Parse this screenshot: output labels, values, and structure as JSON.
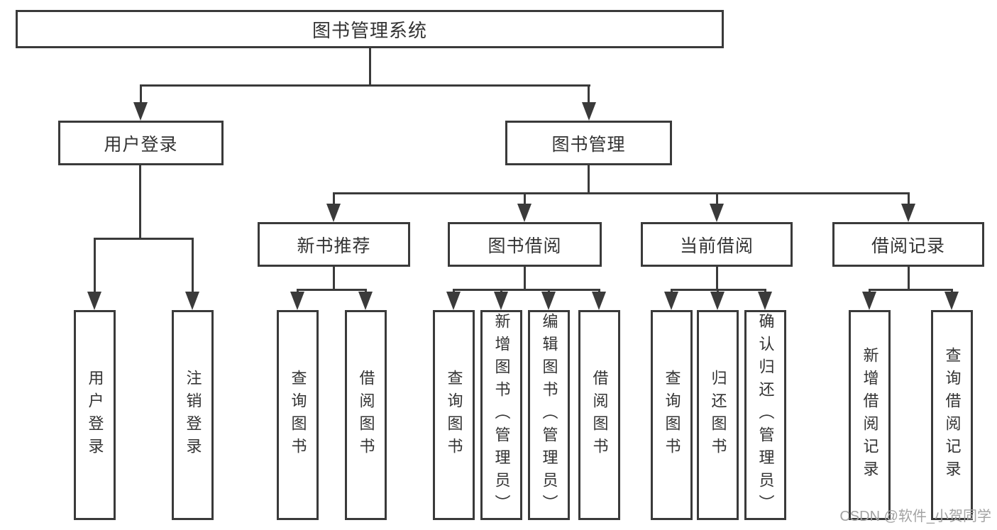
{
  "tree": {
    "root": {
      "label": "图书管理系统"
    },
    "level2": [
      {
        "label": "用户登录"
      },
      {
        "label": "图书管理"
      }
    ],
    "level3": [
      {
        "label": "新书推荐"
      },
      {
        "label": "图书借阅"
      },
      {
        "label": "当前借阅"
      },
      {
        "label": "借阅记录"
      }
    ],
    "leaves": [
      {
        "label": "用户登录"
      },
      {
        "label": "注销登录"
      },
      {
        "label": "查询图书"
      },
      {
        "label": "借阅图书"
      },
      {
        "label": "查询图书"
      },
      {
        "label": "新增图书（管理员）"
      },
      {
        "label": "编辑图书（管理员）"
      },
      {
        "label": "借阅图书"
      },
      {
        "label": "查询图书"
      },
      {
        "label": "归还图书"
      },
      {
        "label": "确认归还（管理员）"
      },
      {
        "label": "新增借阅记录"
      },
      {
        "label": "查询借阅记录"
      }
    ]
  },
  "watermark": "CSDN @软件_小贺同学",
  "colors": {
    "line": "#3a3a3a",
    "text": "#333333",
    "bg": "#ffffff",
    "watermark": "#a3a3a3"
  }
}
